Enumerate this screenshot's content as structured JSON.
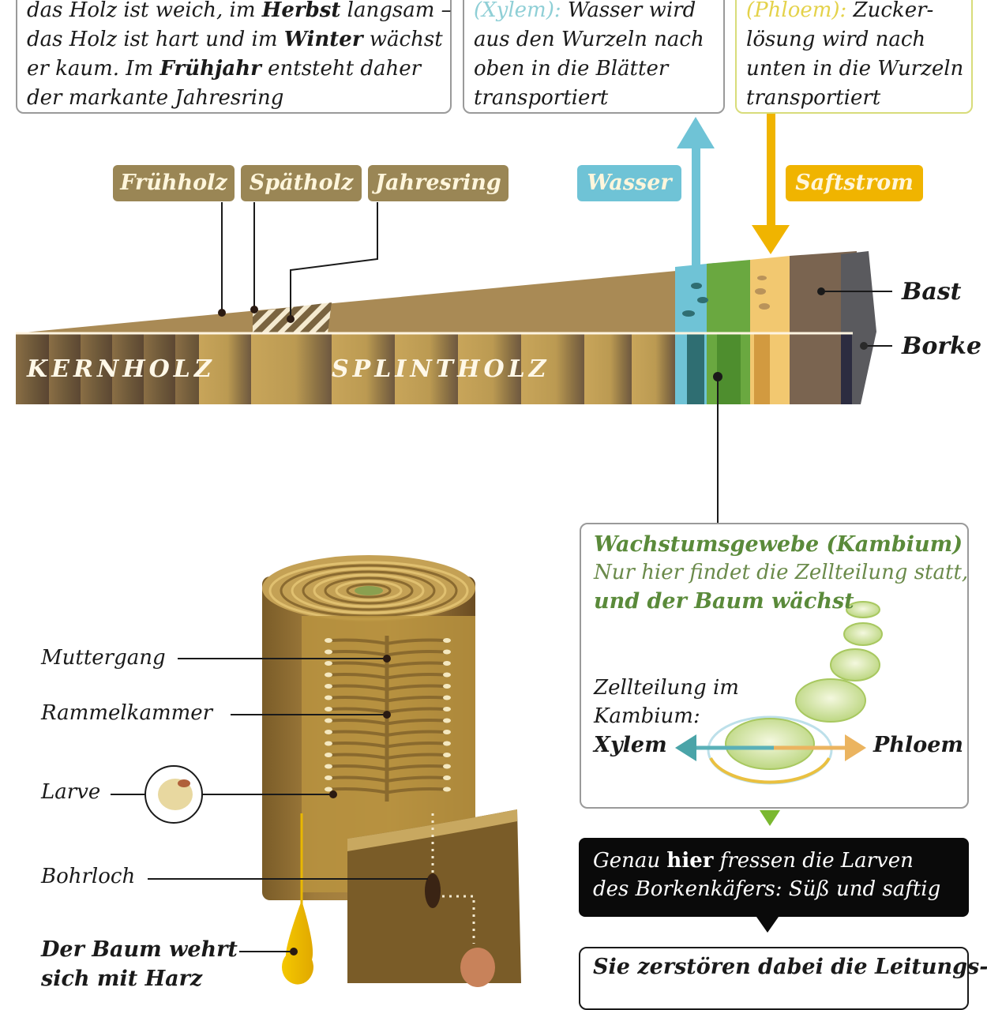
{
  "top_boxes": {
    "growth": {
      "line1_pre": "das Holz ist weich, im ",
      "line1_bold": "Herbst",
      "line1_post": " langsam –",
      "line2_pre": "das Holz ist hart und im ",
      "line2_bold": "Winter",
      "line2_post": " wächst",
      "line3_pre": "er kaum. Im ",
      "line3_bold": "Frühjahr",
      "line3_post": " entsteht daher",
      "line4": "der markante Jahresring"
    },
    "xylem": {
      "term": "(Xylem):",
      "line1_post": " Wasser wird",
      "line2": "aus den Wurzeln nach",
      "line3": "oben in die Blätter",
      "line4": "transportiert"
    },
    "phloem": {
      "term": "(Phloem):",
      "line1_post": " Zucker-",
      "line2": "lösung wird nach",
      "line3": "unten in die Wurzeln",
      "line4": "transportiert"
    }
  },
  "wood_tags": [
    "Frühholz",
    "Spätholz",
    "Jahresring"
  ],
  "flow_tags": {
    "water": "Wasser",
    "sap": "Saftstrom"
  },
  "cross_section": {
    "heartwood": "KERNHOLZ",
    "sapwood": "SPLINTHOLZ",
    "bast": "Bast",
    "bark": "Borke"
  },
  "cambium_box": {
    "title": "Wachstumsgewebe (Kambium)",
    "line2": "Nur hier findet die Zellteilung statt,",
    "line3": "und der Baum wächst",
    "division_line1": "Zellteilung im",
    "division_line2": "Kambium:",
    "xylem": "Xylem",
    "phloem": "Phloem"
  },
  "larvae_box": {
    "pre": "Genau ",
    "bold": "hier",
    "post": " fressen die Larven",
    "line2": "des Borkenkäfers: Süß und saftig"
  },
  "destroy_box": {
    "line1": "Sie zerstören dabei die Leitungs-"
  },
  "beetle_labels": {
    "muttergang": "Muttergang",
    "rammelkammer": "Rammelkammer",
    "larve": "Larve",
    "bohrloch": "Bohrloch",
    "harz_line1": "Der Baum wehrt",
    "harz_line2": "sich mit Harz"
  },
  "colors": {
    "wood_tag": "#9a8655",
    "water": "#6fc3d6",
    "sap": "#f0b400",
    "cambium_green": "#5a9a3a",
    "phloem_yellow": "#e8d23a",
    "dark_box": "#0a0a0a"
  }
}
